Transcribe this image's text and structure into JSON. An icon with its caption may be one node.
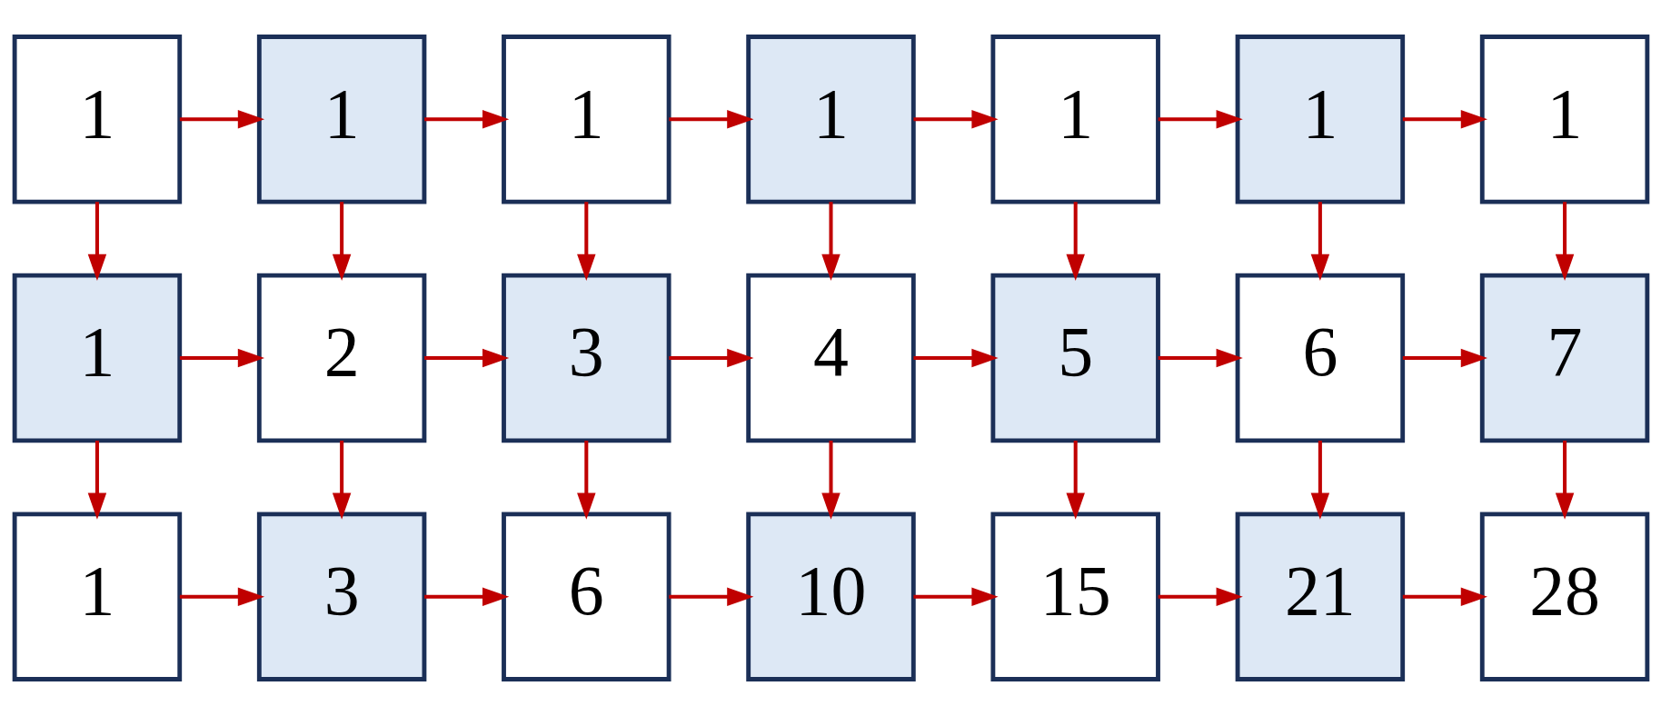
{
  "diagram": {
    "nodes": [
      {
        "text": [
          "1"
        ]
      },
      {
        "text": [
          "1"
        ]
      },
      {
        "text": [
          "1"
        ]
      },
      {
        "text": [
          "1"
        ]
      },
      {
        "text": [
          "1"
        ]
      },
      {
        "text": [
          "1"
        ]
      },
      {
        "text": [
          "1"
        ]
      },
      {
        "text": [
          "1"
        ]
      },
      {
        "text": [
          "2"
        ]
      },
      {
        "text": [
          "3"
        ]
      },
      {
        "text": [
          "4"
        ]
      },
      {
        "text": [
          "5"
        ]
      },
      {
        "text": [
          "6"
        ]
      },
      {
        "text": [
          "7"
        ]
      },
      {
        "text": [
          "1"
        ]
      },
      {
        "text": [
          "3"
        ]
      },
      {
        "text": [
          "6"
        ]
      },
      {
        "text": [
          "10"
        ]
      },
      {
        "text": [
          "15"
        ]
      },
      {
        "text": [
          "21"
        ]
      },
      {
        "text": [
          "28"
        ]
      }
    ],
    "edges": [
      {
        "from": 0,
        "to": 1,
        "arrow": "to"
      },
      {
        "from": 1,
        "to": 2,
        "arrow": "to"
      },
      {
        "from": 2,
        "to": 3,
        "arrow": "to"
      },
      {
        "from": 3,
        "to": 4,
        "arrow": "to"
      },
      {
        "from": 4,
        "to": 5,
        "arrow": "to"
      },
      {
        "from": 5,
        "to": 6,
        "arrow": "to"
      },
      {
        "from": 0,
        "to": 7,
        "arrow": "to"
      },
      {
        "from": 1,
        "to": 8,
        "arrow": "to"
      },
      {
        "from": 2,
        "to": 9,
        "arrow": "to"
      },
      {
        "from": 3,
        "to": 10,
        "arrow": "to"
      },
      {
        "from": 4,
        "to": 11,
        "arrow": "to"
      },
      {
        "from": 5,
        "to": 12,
        "arrow": "to"
      },
      {
        "from": 6,
        "to": 13,
        "arrow": "to"
      },
      {
        "from": 7,
        "to": 8,
        "arrow": "to"
      },
      {
        "from": 8,
        "to": 9,
        "arrow": "to"
      },
      {
        "from": 9,
        "to": 10,
        "arrow": "to"
      },
      {
        "from": 10,
        "to": 11,
        "arrow": "to"
      },
      {
        "from": 11,
        "to": 12,
        "arrow": "to"
      },
      {
        "from": 12,
        "to": 13,
        "arrow": "to"
      },
      {
        "from": 7,
        "to": 14,
        "arrow": "to"
      },
      {
        "from": 8,
        "to": 15,
        "arrow": "to"
      },
      {
        "from": 9,
        "to": 16,
        "arrow": "to"
      },
      {
        "from": 10,
        "to": 17,
        "arrow": "to"
      },
      {
        "from": 11,
        "to": 18,
        "arrow": "to"
      },
      {
        "from": 12,
        "to": 19,
        "arrow": "to"
      },
      {
        "from": 13,
        "to": 20,
        "arrow": "to"
      },
      {
        "from": 14,
        "to": 15,
        "arrow": "to"
      },
      {
        "from": 15,
        "to": 16,
        "arrow": "to"
      },
      {
        "from": 16,
        "to": 17,
        "arrow": "to"
      },
      {
        "from": 17,
        "to": 18,
        "arrow": "to"
      },
      {
        "from": 18,
        "to": 19,
        "arrow": "to"
      },
      {
        "from": 19,
        "to": 20,
        "arrow": "to"
      }
    ]
  }
}
